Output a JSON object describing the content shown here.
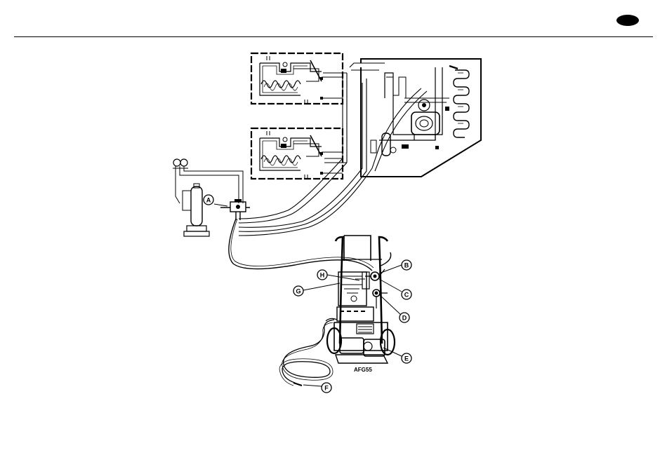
{
  "diagram": {
    "callouts": {
      "a": "A",
      "b": "B",
      "c": "C",
      "d": "D",
      "e": "E",
      "f": "F",
      "g": "G",
      "h": "H"
    },
    "figure_code": "AFG55"
  },
  "colors": {
    "ink": "#000000",
    "paper": "#ffffff"
  }
}
